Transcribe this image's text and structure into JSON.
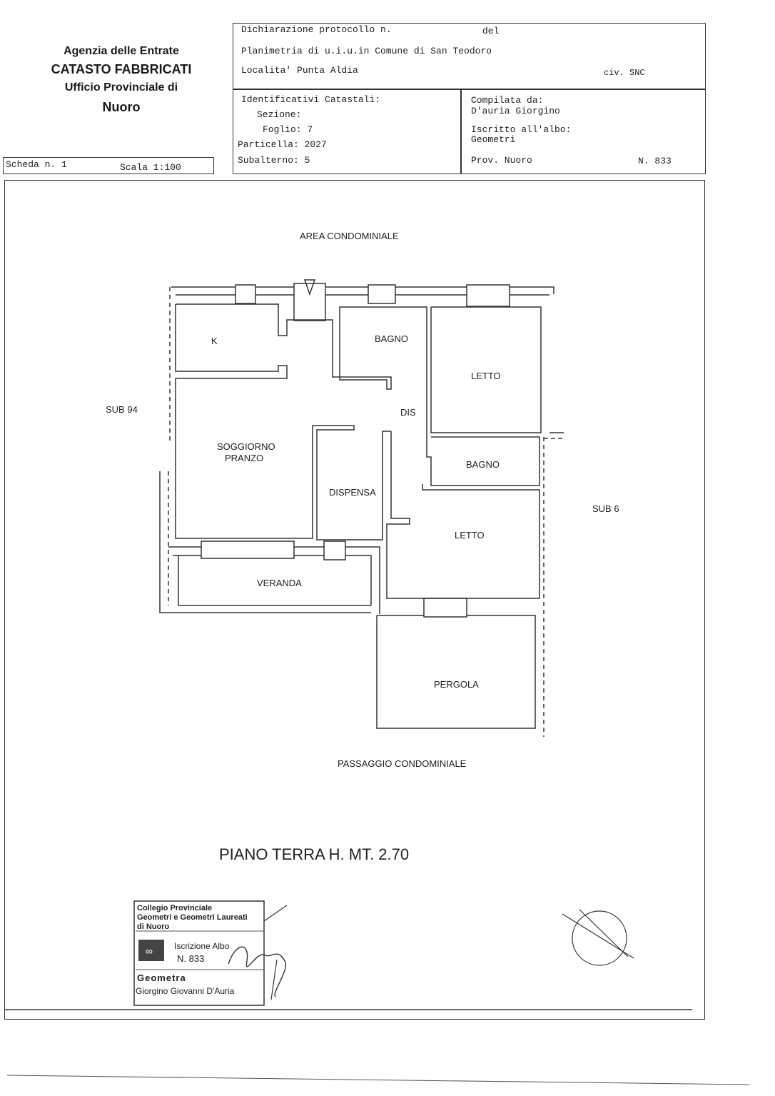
{
  "agency": {
    "line1": "Agenzia delle Entrate",
    "line2": "CATASTO FABBRICATI",
    "line3": "Ufficio Provinciale di",
    "line4": "Nuoro"
  },
  "scheda": {
    "label": "Scheda n. 1",
    "scala": "Scala 1:100"
  },
  "header": {
    "dichiarazione": "Dichiarazione protocollo n.",
    "del": "del",
    "planimetria": "Planimetria di u.i.u.in Comune di San Teodoro",
    "localita": "Localita' Punta Aldia",
    "civ": "civ. SNC"
  },
  "identificativi": {
    "title": "Identificativi Catastali:",
    "sezione": "Sezione:",
    "foglio": "Foglio: 7",
    "particella": "Particella: 2027",
    "subalterno": "Subalterno: 5"
  },
  "compilata": {
    "title": "Compilata da:",
    "name": "D'auria Giorgino",
    "iscritto": "Iscritto all'albo:",
    "albo": "Geometri",
    "prov": "Prov. Nuoro",
    "numero": "N. 833"
  },
  "plan": {
    "area_condominiale": "AREA CONDOMINIALE",
    "sub94": "SUB 94",
    "sub6": "SUB 6",
    "k": "K",
    "bagno1": "BAGNO",
    "letto1": "LETTO",
    "dis": "DIS",
    "soggiorno1": "SOGGIORNO",
    "soggiorno2": "PRANZO",
    "bagno2": "BAGNO",
    "dispensa": "DISPENSA",
    "letto2": "LETTO",
    "veranda": "VERANDA",
    "pergola": "PERGOLA",
    "passaggio": "PASSAGGIO CONDOMINIALE"
  },
  "piano": "PIANO TERRA H. MT. 2.70",
  "stamp": {
    "collegio1": "Collegio Provinciale",
    "collegio2": "Geometri e Geometri Laureati",
    "collegio3": "di Nuoro",
    "iscrizione": "Iscrizione Albo",
    "numero": "N. 833",
    "geometra": "Geometra",
    "name": "Giorgino Giovanni D'Auria"
  }
}
